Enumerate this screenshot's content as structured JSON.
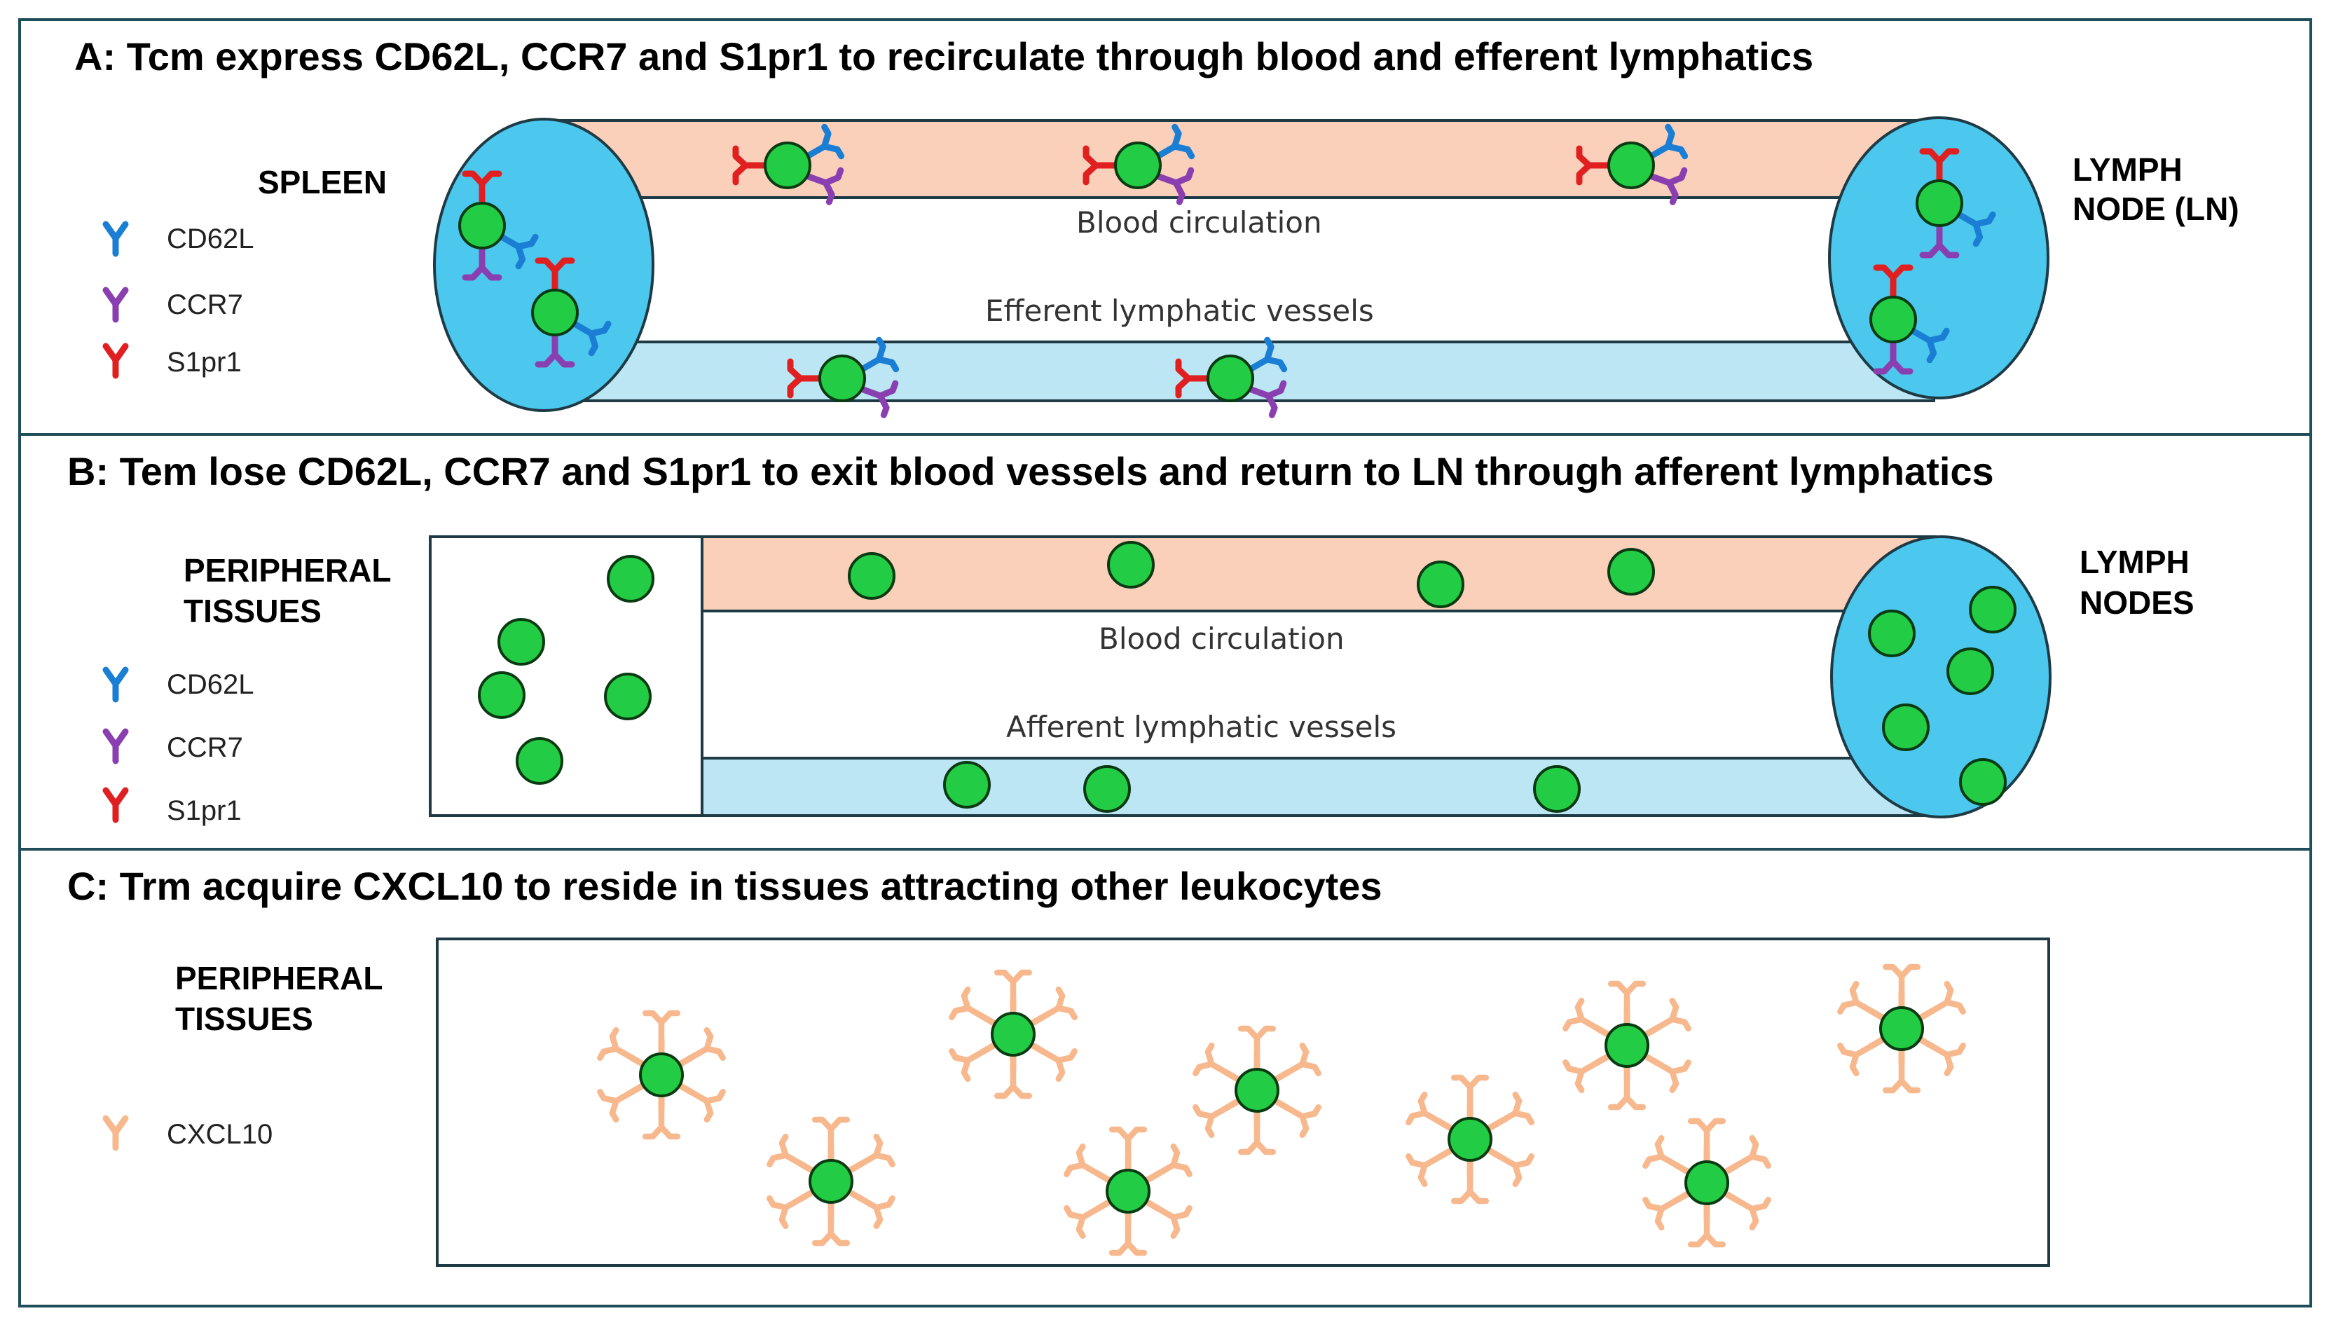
{
  "colors": {
    "cd62l": "#1a7fd4",
    "ccr7": "#8a3fb0",
    "s1pr1": "#e02020",
    "cxcl10": "#f8b88e",
    "cell": "#22cc44",
    "blood_vessel": "#fbd0bb",
    "lymph_vessel": "#bde6f5",
    "organ": "#4cc8ee"
  },
  "icons": {
    "receptor": "y-shaped-receptor-icon",
    "cell": "green-circle-cell-icon"
  },
  "panel_a": {
    "title": "A: Tcm express CD62L, CCR7 and S1pr1 to recirculate through blood and efferent lymphatics",
    "left_organ": "SPLEEN",
    "right_organ_line1": "LYMPH",
    "right_organ_line2": "NODE (LN)",
    "upper_vessel_label": "Blood circulation",
    "lower_vessel_label": "Efferent lymphatic vessels",
    "legend": [
      {
        "label": "CD62L",
        "color_key": "cd62l"
      },
      {
        "label": "CCR7",
        "color_key": "ccr7"
      },
      {
        "label": "S1pr1",
        "color_key": "s1pr1"
      }
    ]
  },
  "panel_b": {
    "title": "B: Tem lose CD62L, CCR7 and S1pr1 to exit blood vessels and return to LN through afferent lymphatics",
    "left_region_line1": "PERIPHERAL",
    "left_region_line2": "TISSUES",
    "right_organ_line1": "LYMPH",
    "right_organ_line2": "NODES",
    "upper_vessel_label": "Blood circulation",
    "lower_vessel_label": "Afferent lymphatic vessels",
    "legend": [
      {
        "label": "CD62L",
        "color_key": "cd62l"
      },
      {
        "label": "CCR7",
        "color_key": "ccr7"
      },
      {
        "label": "S1pr1",
        "color_key": "s1pr1"
      }
    ]
  },
  "panel_c": {
    "title": "C: Trm acquire CXCL10 to reside in tissues attracting other leukocytes",
    "left_region_line1": "PERIPHERAL",
    "left_region_line2": "TISSUES",
    "legend": [
      {
        "label": "CXCL10",
        "color_key": "cxcl10"
      }
    ]
  }
}
